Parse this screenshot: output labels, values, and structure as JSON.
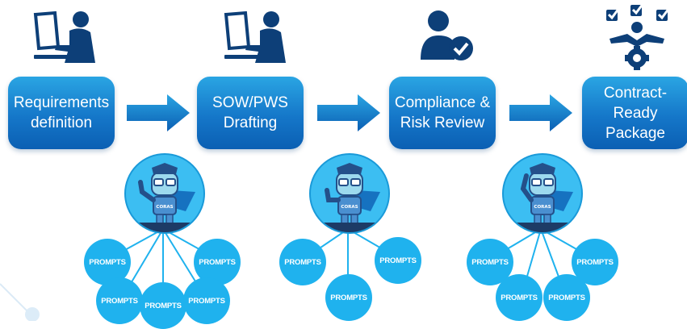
{
  "steps": [
    {
      "label": "Requirements\ndefinition",
      "icon": "person-at-computer-icon"
    },
    {
      "label": "SOW/PWS\nDrafting",
      "icon": "person-at-computer-icon"
    },
    {
      "label": "Compliance &\nRisk Review",
      "icon": "user-check-icon"
    },
    {
      "label": "Contract-\nReady\nPackage",
      "icon": "person-checklist-gear-icon"
    }
  ],
  "mascot_text": "CORAS",
  "prompt_label": "PROMPTS",
  "colors": {
    "primary": "#1577c9",
    "light": "#2aa5e3",
    "prompt": "#1fb2ee",
    "icon": "#0d3f78"
  }
}
